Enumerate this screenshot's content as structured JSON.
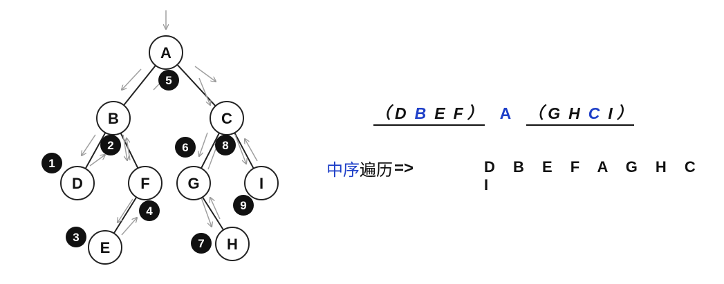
{
  "tree": {
    "nodes": [
      {
        "id": "A",
        "label": "A"
      },
      {
        "id": "B",
        "label": "B"
      },
      {
        "id": "C",
        "label": "C"
      },
      {
        "id": "D",
        "label": "D"
      },
      {
        "id": "F",
        "label": "F"
      },
      {
        "id": "G",
        "label": "G"
      },
      {
        "id": "I",
        "label": "I"
      },
      {
        "id": "E",
        "label": "E"
      },
      {
        "id": "H",
        "label": "H"
      }
    ],
    "visit_order": [
      "1",
      "2",
      "3",
      "4",
      "5",
      "6",
      "7",
      "8",
      "9"
    ]
  },
  "formula": {
    "left_open": "（",
    "left_items": [
      "D",
      "B",
      "E",
      "F"
    ],
    "left_close": "）",
    "root": "A",
    "right_open": "（",
    "right_items": [
      "G",
      "H",
      "C",
      "I"
    ],
    "right_close": "）"
  },
  "traversal": {
    "label_blue": "中序",
    "label_black": "遍历",
    "arrow": "=>",
    "sequence": "D B E F A G H C I"
  },
  "colors": {
    "highlight": "#1e3fc8",
    "badge": "#111111",
    "arrow": "#999999"
  }
}
